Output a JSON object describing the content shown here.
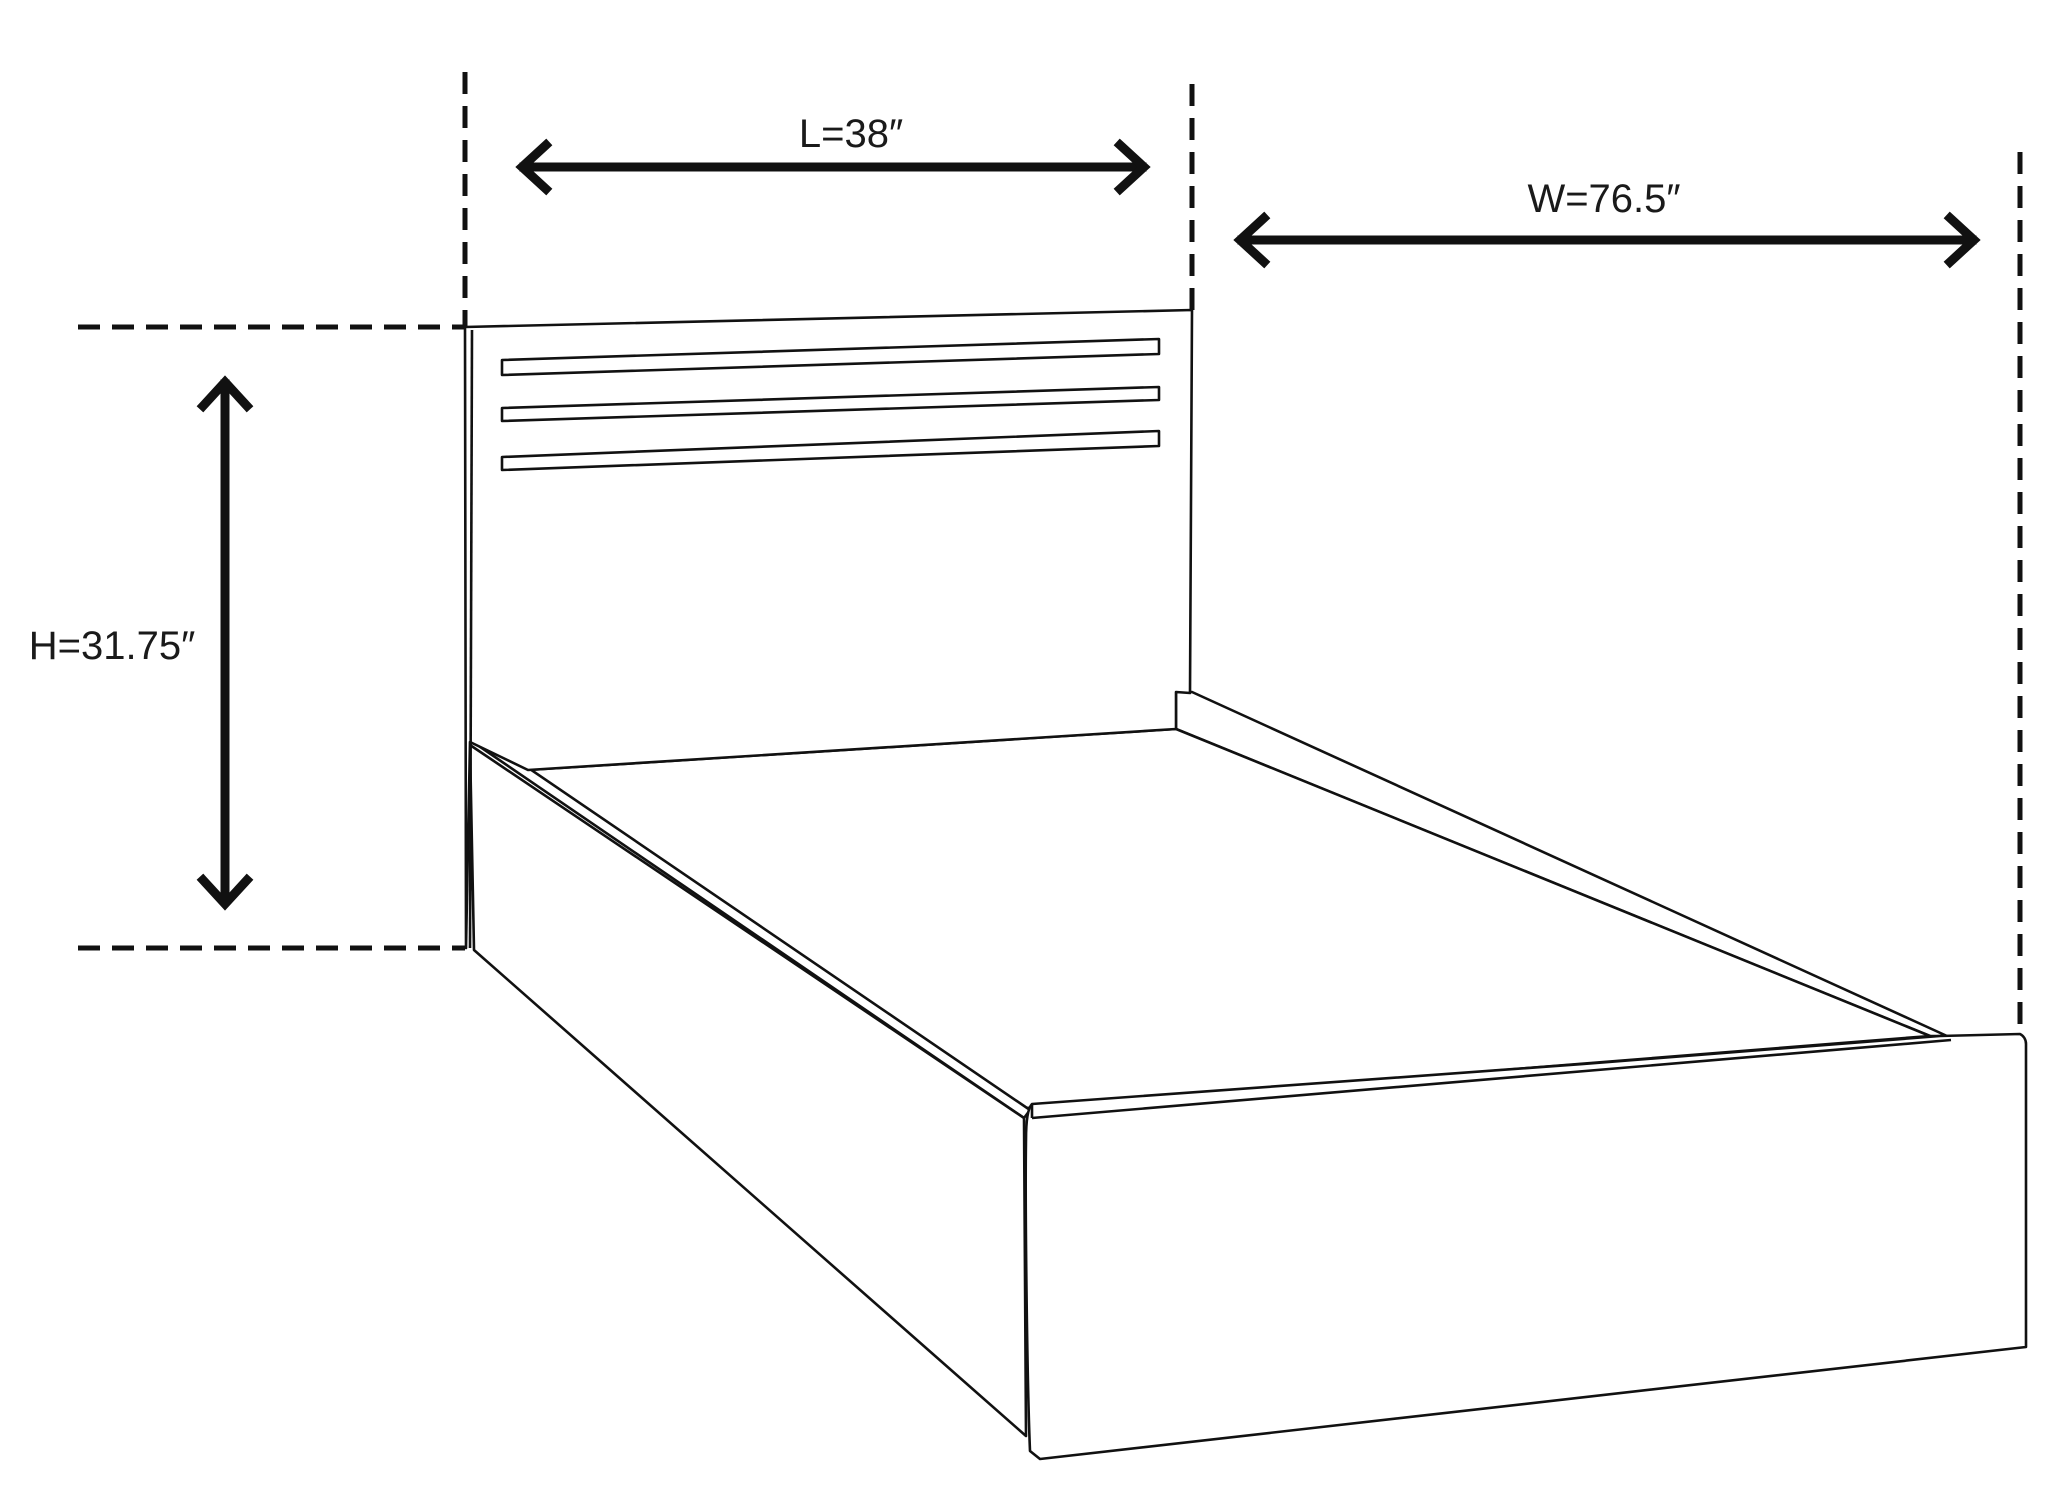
{
  "dimensions": {
    "length": "L=38″",
    "width": "W=76.5″",
    "height": "H=31.75″"
  },
  "colors": {
    "line": "#111111",
    "background": "#ffffff"
  }
}
